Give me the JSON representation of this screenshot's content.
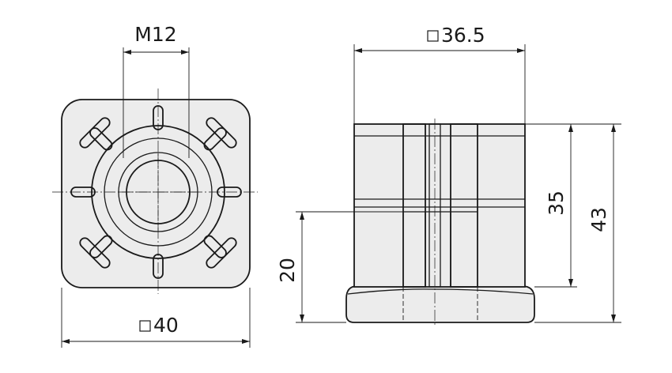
{
  "dimensions": {
    "thread": "M12",
    "front_square": "40",
    "side_square": "36.5",
    "height_insert": "35",
    "height_total": "43",
    "height_base": "20"
  },
  "symbols": {
    "square_symbol": "square-symbol-icon"
  },
  "colors": {
    "line": "#1a1a1a",
    "part_fill": "#ececec",
    "background": "#ffffff"
  }
}
